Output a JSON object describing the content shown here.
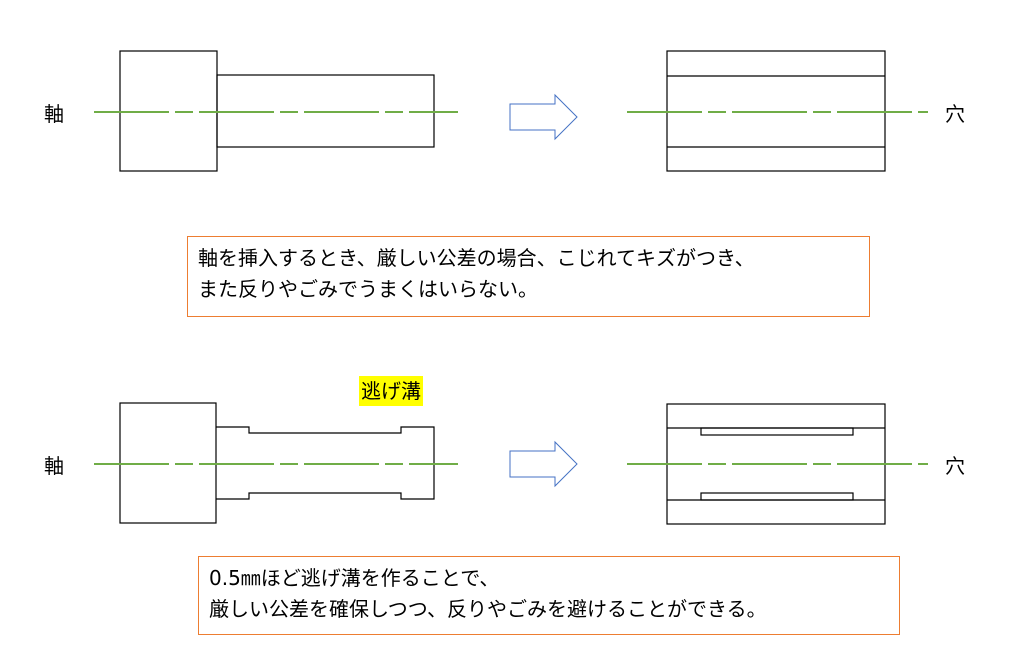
{
  "labels": {
    "shaft": "軸",
    "hole": "穴",
    "groove": "逃げ溝"
  },
  "notes": [
    {
      "line1": "軸を挿入するとき、厳しい公差の場合、こじれてキズがつき、",
      "line2": "また反りやごみでうまくはいらない。"
    },
    {
      "line1": "0.5㎜ほど逃げ溝を作ることで、",
      "line2": "厳しい公差を確保しつつ、反りやごみを避けることができる。"
    }
  ],
  "colors": {
    "centerline": "#70ad47",
    "arrow": "#4472c4",
    "note_border": "#ed7d31",
    "highlight": "#ffff00"
  }
}
